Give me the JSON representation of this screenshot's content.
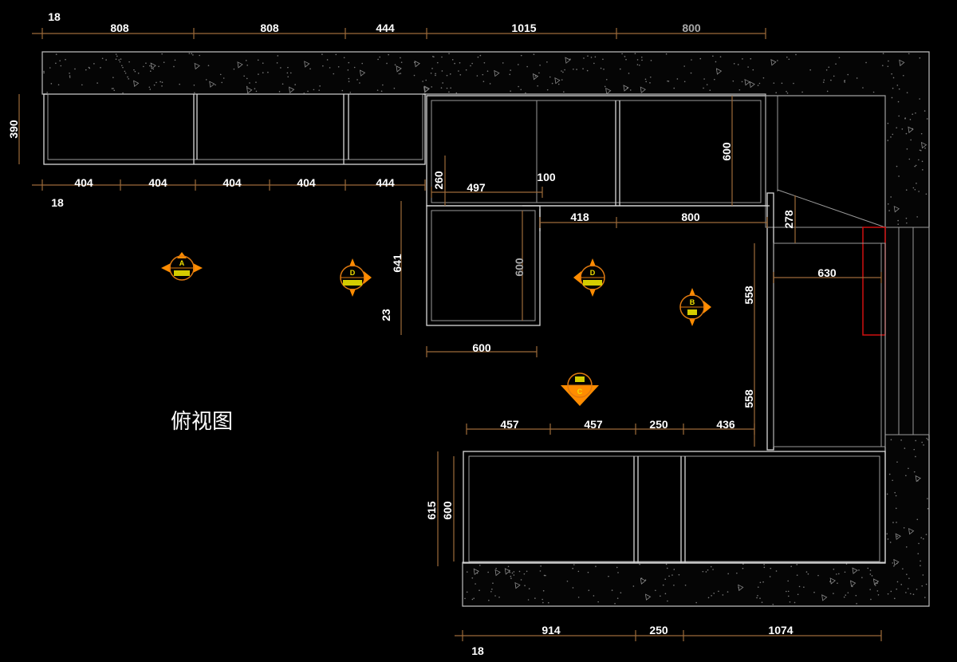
{
  "title": "俯视图",
  "dims": {
    "top": [
      "18",
      "808",
      "808",
      "444",
      "1015",
      "800"
    ],
    "left_390": "390",
    "row2": [
      "404",
      "404",
      "404",
      "404",
      "444",
      "18"
    ],
    "mid": {
      "d260": "260",
      "d497": "497",
      "d100": "100",
      "d600a": "600",
      "d418": "418",
      "d800": "800",
      "d278": "278",
      "d630": "630",
      "d641": "641",
      "d23": "23",
      "d600b": "600",
      "d600c": "600",
      "d558a": "558",
      "d558b": "558"
    },
    "bottom_upper": [
      "457",
      "457",
      "250",
      "436"
    ],
    "side": [
      "615",
      "600"
    ],
    "bottom": [
      "914",
      "250",
      "1074",
      "18"
    ]
  },
  "markers": [
    {
      "letter": "A"
    },
    {
      "letter": "D"
    },
    {
      "letter": "D"
    },
    {
      "letter": "B"
    },
    {
      "letter": "C"
    }
  ],
  "colors": {
    "dimension": "#9c6a3a",
    "marker": "#ff8c00",
    "marker_text": "#f0e000",
    "highlight": "#d01010"
  }
}
